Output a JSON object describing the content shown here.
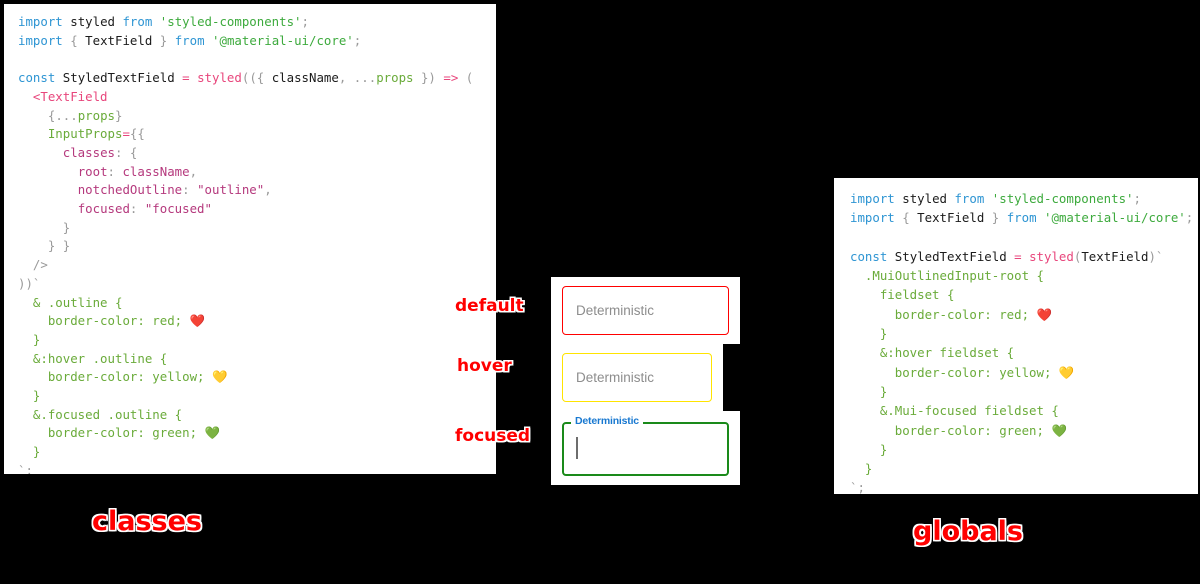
{
  "background_color": "#000000",
  "panels": {
    "classes": {
      "caption": "classes",
      "code_lines": [
        "import styled from 'styled-components';",
        "import { TextField } from '@material-ui/core';",
        "",
        "const StyledTextField = styled(({ className, ...props }) => (",
        "  <TextField",
        "    {...props}",
        "    InputProps={{",
        "      classes: {",
        "        root: className,",
        "        notchedOutline: \"outline\",",
        "        focused: \"focused\"",
        "      }",
        "    } }",
        "  />",
        "))`",
        "  & .outline {",
        "    border-color: red; ❤️",
        "  }",
        "  &:hover .outline {",
        "    border-color: yellow; 💛",
        "  }",
        "  &.focused .outline {",
        "    border-color: green; 💚",
        "  }",
        "`;"
      ]
    },
    "globals": {
      "caption": "globals",
      "code_lines": [
        "import styled from 'styled-components';",
        "import { TextField } from '@material-ui/core';",
        "",
        "const StyledTextField = styled(TextField)`",
        "  .MuiOutlinedInput-root {",
        "    fieldset {",
        "      border-color: red; ❤️",
        "    }",
        "    &:hover fieldset {",
        "      border-color: yellow; 💛",
        "    }",
        "    &.Mui-focused fieldset {",
        "      border-color: green; 💚",
        "    }",
        "  }",
        "`;"
      ]
    }
  },
  "state_labels": {
    "default": "default",
    "hover": "hover",
    "focused": "focused"
  },
  "demo": {
    "default_field": {
      "value": "Deterministic",
      "border_color": "#ff0000"
    },
    "hover_field": {
      "value": "Deterministic",
      "border_color": "#ffe400"
    },
    "focused_field": {
      "label": "Deterministic",
      "value": "",
      "border_color": "#1a8a1a",
      "label_color": "#1878d0"
    }
  },
  "accent_colors": {
    "red": "#ff0000",
    "yellow": "#ffe400",
    "green": "#1a8a1a",
    "blue": "#1878d0"
  }
}
